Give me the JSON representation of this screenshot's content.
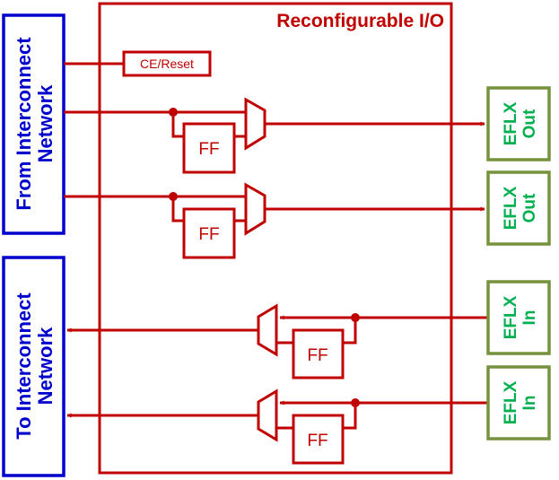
{
  "diagram": {
    "title": "Reconfigurable I/O",
    "colors": {
      "fabric": "#c00000",
      "network": "#0000cc",
      "eflx_border": "#76923c",
      "eflx_text": "#00b050"
    },
    "from_network": {
      "line1": "From Interconnect",
      "line2": "Network"
    },
    "to_network": {
      "line1": "To Interconnect",
      "line2": "Network"
    },
    "control": {
      "label": "CE/Reset"
    },
    "output_paths": [
      {
        "ff_label": "FF",
        "eflx": {
          "line1": "EFLX",
          "line2": "Out"
        }
      },
      {
        "ff_label": "FF",
        "eflx": {
          "line1": "EFLX",
          "line2": "Out"
        }
      }
    ],
    "input_paths": [
      {
        "ff_label": "FF",
        "eflx": {
          "line1": "EFLX",
          "line2": "In"
        }
      },
      {
        "ff_label": "FF",
        "eflx": {
          "line1": "EFLX",
          "line2": "In"
        }
      }
    ]
  }
}
